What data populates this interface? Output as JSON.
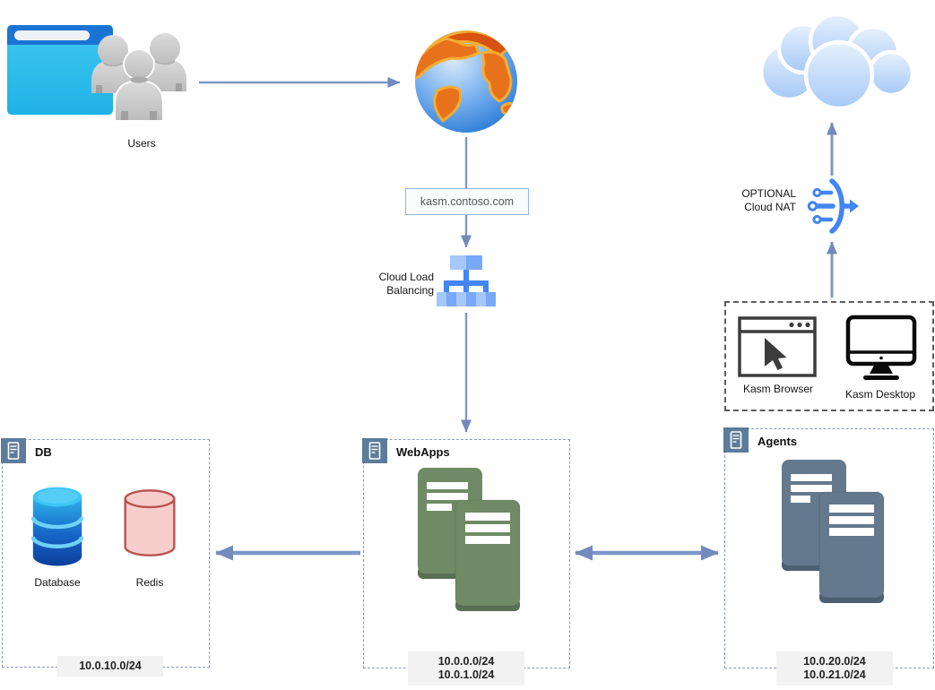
{
  "title": "Kasm network architecture diagram",
  "nodes": {
    "users": {
      "label": "Users"
    },
    "dns": {
      "label": "kasm.contoso.com"
    },
    "load_balancer": {
      "label": [
        "Cloud Load",
        "Balancing"
      ]
    },
    "nat": {
      "label": [
        "OPTIONAL",
        "Cloud NAT"
      ]
    },
    "kasm_clients": {
      "browser": {
        "label": "Kasm Browser"
      },
      "desktop": {
        "label": "Kasm Desktop"
      }
    }
  },
  "zones": {
    "db": {
      "title": "DB",
      "items": [
        {
          "label": "Database"
        },
        {
          "label": "Redis"
        }
      ],
      "subnets": [
        "10.0.10.0/24"
      ]
    },
    "webapps": {
      "title": "WebApps",
      "subnets": [
        "10.0.0.0/24",
        "10.0.1.0/24"
      ]
    },
    "agents": {
      "title": "Agents",
      "subnets": [
        "10.0.20.0/24",
        "10.0.21.0/24"
      ]
    }
  },
  "colors": {
    "connector": "#7d97c8",
    "arrowhead": "#7489bc",
    "google_blue": "#4285f4",
    "lb_light": "#a5c8fb",
    "lb_medium": "#78a8f8",
    "zone_icon_bg": "#5d7b9a",
    "webapps_doc_green": "#6f8a65",
    "agents_doc_slate": "#64798d",
    "db_cylinder_blue": "#1565c6",
    "redis_fill": "#f8cecc",
    "redis_stroke": "#b85450",
    "browser_header_blue": "#1b74d4",
    "browser_body_cyan": "#2fc0ed"
  }
}
